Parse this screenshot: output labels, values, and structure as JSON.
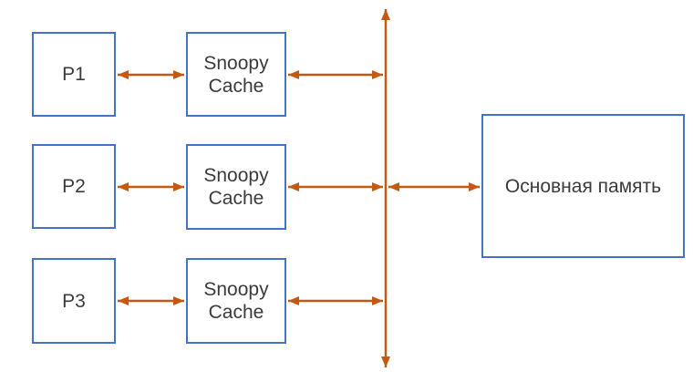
{
  "colors": {
    "background": "#ffffff",
    "box-border": "#4472c4",
    "arrow": "#c45911",
    "text": "#3b3b3b"
  },
  "diagram": {
    "processors": [
      {
        "label": "P1"
      },
      {
        "label": "P2"
      },
      {
        "label": "P3"
      }
    ],
    "caches": [
      {
        "label": "Snoopy\nCache"
      },
      {
        "label": "Snoopy\nCache"
      },
      {
        "label": "Snoopy\nCache"
      }
    ],
    "memory": {
      "label": "Основная память"
    }
  }
}
